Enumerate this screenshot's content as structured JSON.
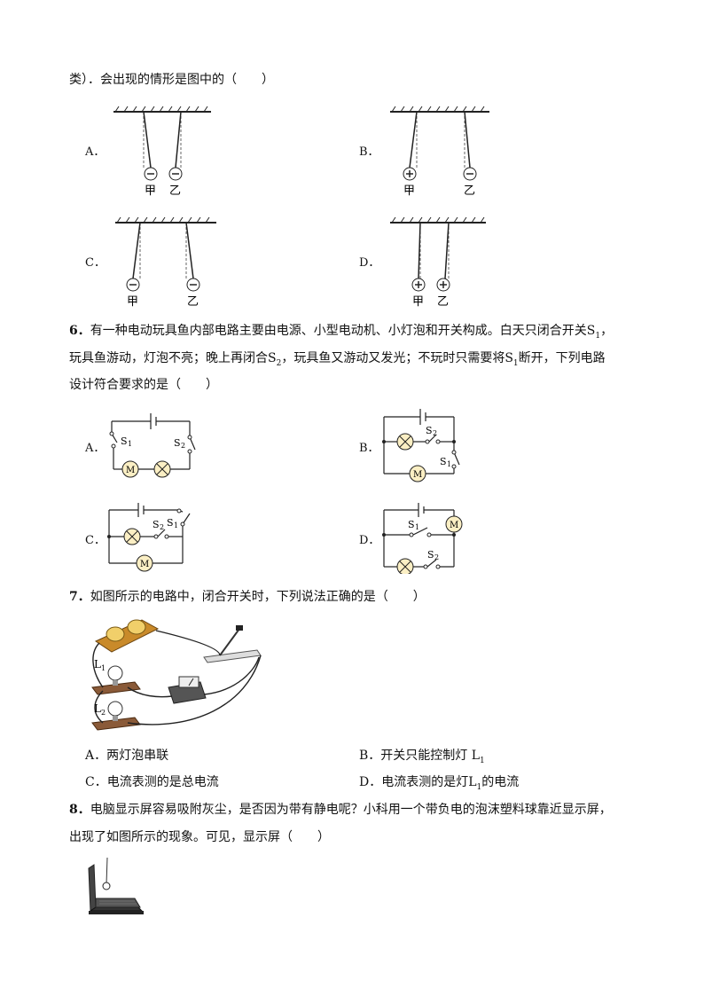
{
  "q5": {
    "tail": "类）．会出现的情形是图中的（　　）",
    "options": [
      {
        "label": "A．",
        "left": "甲",
        "right": "乙",
        "left_sign": "−",
        "right_sign": "−"
      },
      {
        "label": "B．",
        "left": "甲",
        "right": "乙",
        "left_sign": "+",
        "right_sign": "−"
      },
      {
        "label": "C．",
        "left": "甲",
        "right": "乙",
        "left_sign": "−",
        "right_sign": "−"
      },
      {
        "label": "D．",
        "left": "甲",
        "right": "乙",
        "left_sign": "+",
        "right_sign": "+"
      }
    ]
  },
  "q6": {
    "num": "6．",
    "line1": "有一种电动玩具鱼内部电路主要由电源、小型电动机、小灯泡和开关构成。白天只闭合开关S",
    "line1_sub": "1",
    "line1_end": "，",
    "line2a": "玩具鱼游动，灯泡不亮；晚上再闭合S",
    "line2_sub": "2",
    "line2b": "，玩具鱼又游动又发光；不玩时只需要将S",
    "line2_sub2": "1",
    "line2c": "断开，下列电路",
    "line3": "设计符合要求的是（　　）",
    "option_labels": [
      "A．",
      "B．",
      "C．",
      "D．"
    ],
    "s1": "S",
    "s_sub1": "1",
    "s_sub2": "2",
    "motor": "M"
  },
  "q7": {
    "num": "7．",
    "stem": "如图所示的电路中，闭合开关时，下列说法正确的是（　　）",
    "fig_l1": "L",
    "fig_l1_sub": "1",
    "fig_l2": "L",
    "fig_l2_sub": "2",
    "options": [
      {
        "label": "A．",
        "text": "两灯泡串联"
      },
      {
        "label": "B．",
        "text": "开关只能控制灯 L",
        "sub": "1"
      },
      {
        "label": "C．",
        "text": "电流表测的是总电流"
      },
      {
        "label": "D．",
        "text": "电流表测的是灯L",
        "sub": "1",
        "end": "的电流"
      }
    ]
  },
  "q8": {
    "num": "8．",
    "line1": "电脑显示屏容易吸附灰尘，是否因为带有静电呢？小科用一个带负电的泡沫塑料球靠近显示屏，",
    "line2": "出现了如图所示的现象。可见，显示屏（　　）"
  }
}
